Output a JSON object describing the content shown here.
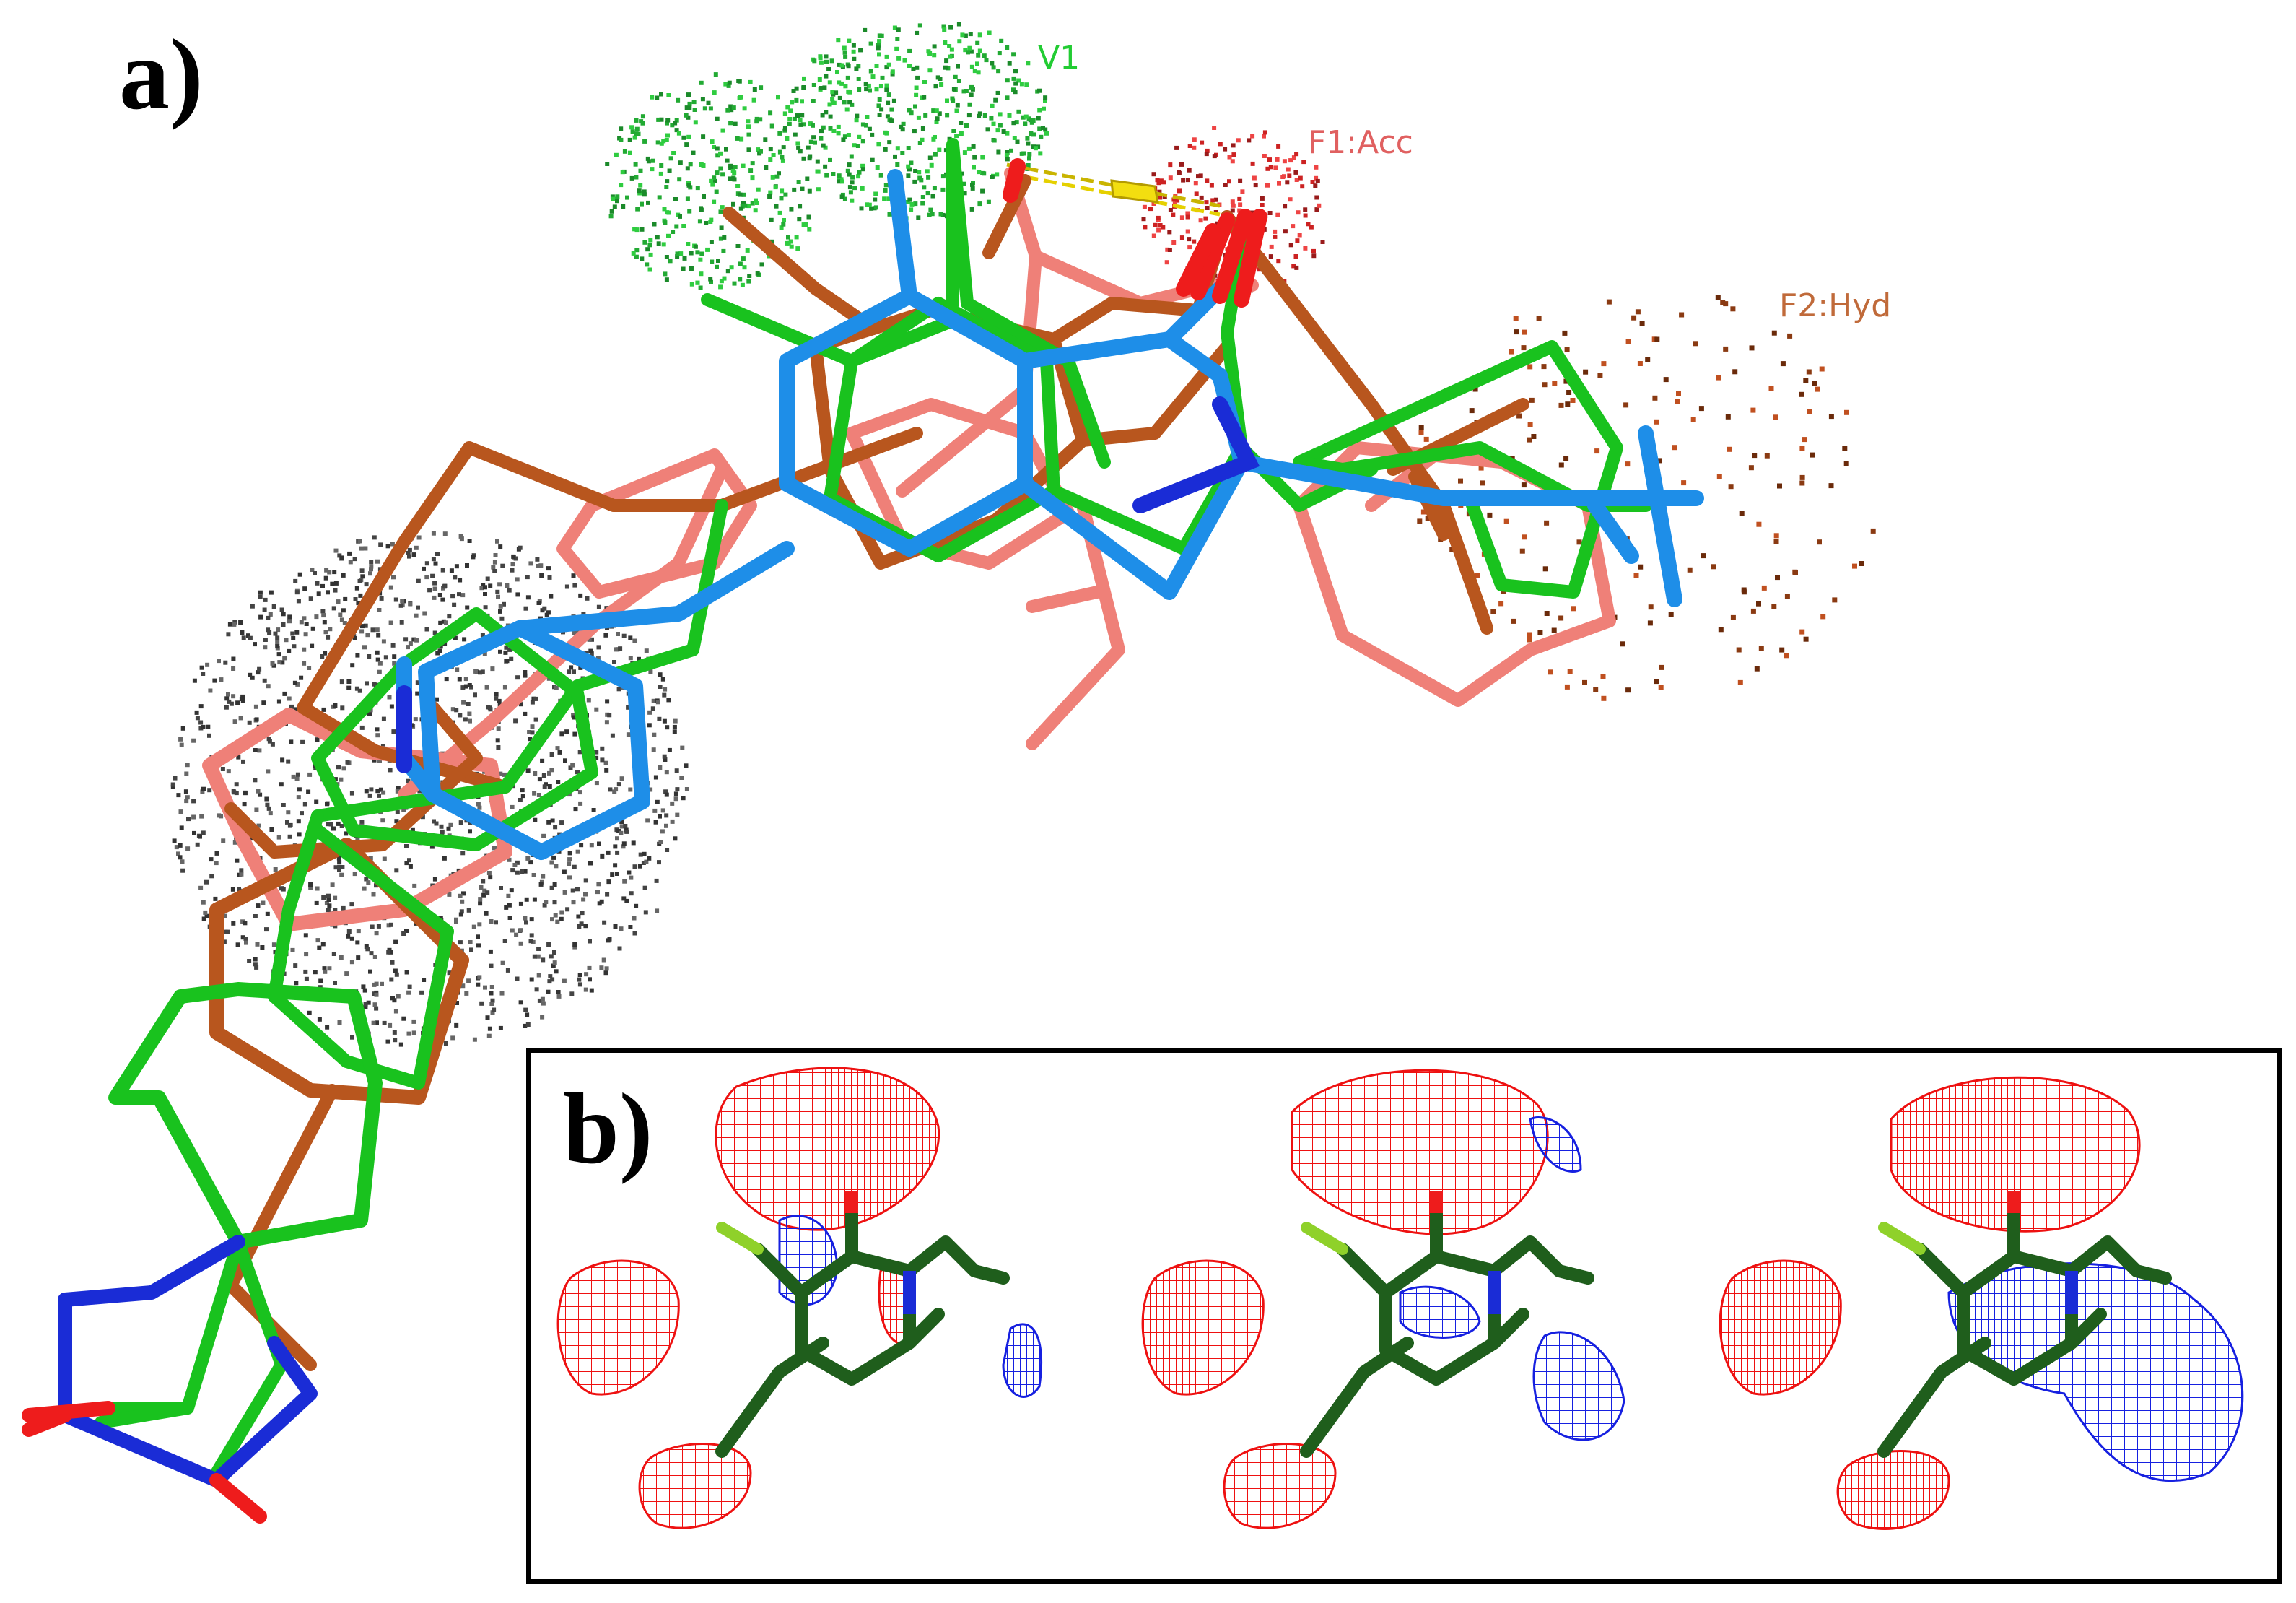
{
  "panel_a": {
    "label": "a)",
    "features": [
      {
        "name": "V1",
        "color": "#22cc33"
      },
      {
        "name": "F1:Acc",
        "color": "#e06060"
      },
      {
        "name": "F2:Hyd",
        "color": "#c06a3a"
      }
    ]
  },
  "panel_b": {
    "label": "b)"
  },
  "colors": {
    "green": "#19c21e",
    "blue": "#1e8ee8",
    "brown": "#b8561e",
    "salmon": "#ef8078",
    "dark_green": "#1f5e1c",
    "mesh_red": "#ee1111",
    "mesh_blue": "#1620e0",
    "oxygen": "#ee1c1c",
    "nitrogen": "#1a2cd6"
  }
}
